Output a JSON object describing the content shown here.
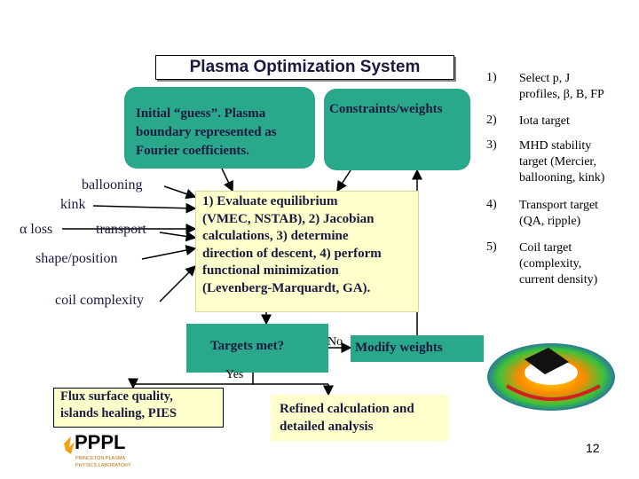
{
  "title": "Plasma Optimization System",
  "initial_guess": "Initial “guess”. Plasma boundary represented as Fourier coefficients.",
  "initial_guess_lines": [
    "Initial “guess”. Plasma",
    "boundary represented as",
    "Fourier coefficients."
  ],
  "constraints": "Constraints/weights",
  "evaluate_lines": [
    "1) Evaluate equilibrium",
    "(VMEC, NSTAB), 2) Jacobian",
    "calculations, 3) determine",
    "direction of descent, 4) perform",
    "functional minimization",
    "(Levenberg-Marquardt, GA)."
  ],
  "left_labels": {
    "ballooning": "ballooning",
    "kink": "kink",
    "alpha_loss": "α loss",
    "transport": "transport",
    "shape_position": "shape/position",
    "coil_complexity": "coil complexity"
  },
  "targets_met": "Targets met?",
  "no_label": "No",
  "modify_weights": "Modify weights",
  "yes_label": "Yes",
  "flux_lines": [
    "Flux surface quality,",
    "islands healing, PIES"
  ],
  "refined_lines": [
    "Refined calculation and",
    "detailed analysis"
  ],
  "list": [
    {
      "num": "1)",
      "lines": [
        "Select p, J",
        "profiles, β, B, FP"
      ]
    },
    {
      "num": "2)",
      "lines": [
        "Iota target"
      ]
    },
    {
      "num": "3)",
      "lines": [
        "MHD stability",
        "target (Mercier,",
        "ballooning, kink)"
      ]
    },
    {
      "num": "4)",
      "lines": [
        "Transport target",
        "(QA, ripple)"
      ]
    },
    {
      "num": "5)",
      "lines": [
        "Coil target",
        "(complexity,",
        "current density)"
      ]
    }
  ],
  "logo": "PPPL",
  "logo_sub": [
    "PRINCETON PLASMA",
    "PHYSICS LABORATORY"
  ],
  "page_number": "12",
  "colors": {
    "teal": "#2aa88c",
    "pale_yellow": "#ffffcc",
    "arrow": "#000000"
  }
}
